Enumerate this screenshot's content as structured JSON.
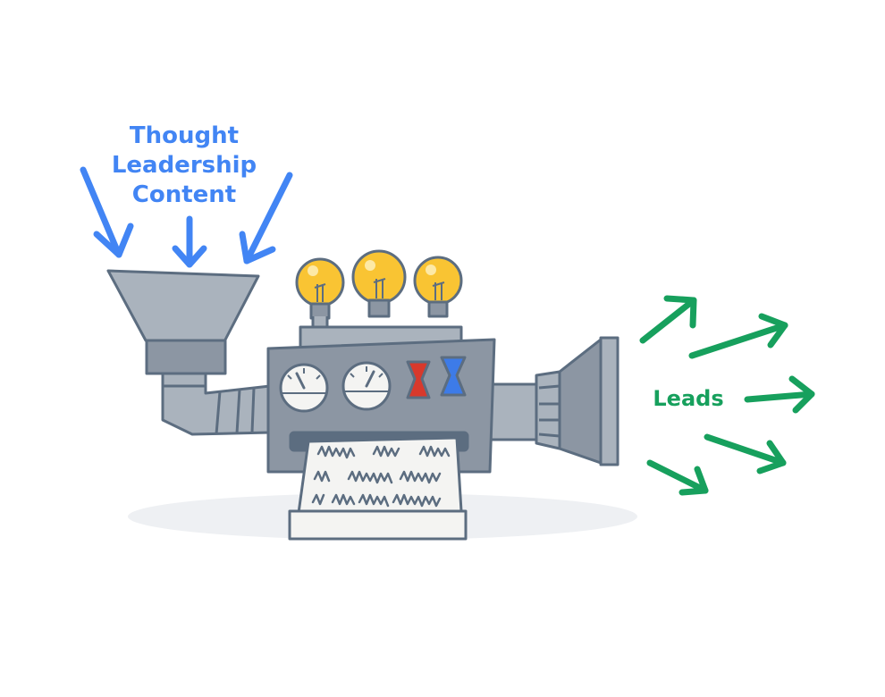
{
  "input": {
    "lines": [
      "Thought",
      "Leadership",
      "Content"
    ]
  },
  "output": {
    "label": "Leads"
  },
  "colors": {
    "input_arrows": "#4285f4",
    "output_arrows": "#17a05d",
    "machine_body": "#8c96a3",
    "machine_light": "#aab3bd",
    "machine_outline": "#5c6d80",
    "bulb": "#f9c433",
    "gauge_red": "#d8392c",
    "gauge_blue": "#3d7be8",
    "paper": "#f4f4f2",
    "shadow": "#eef0f3"
  },
  "icons": [
    "funnel-icon",
    "light-bulb-icon",
    "gauge-icon",
    "hourglass-icon",
    "megaphone-icon",
    "arrow-icon",
    "paper-printout-icon"
  ]
}
